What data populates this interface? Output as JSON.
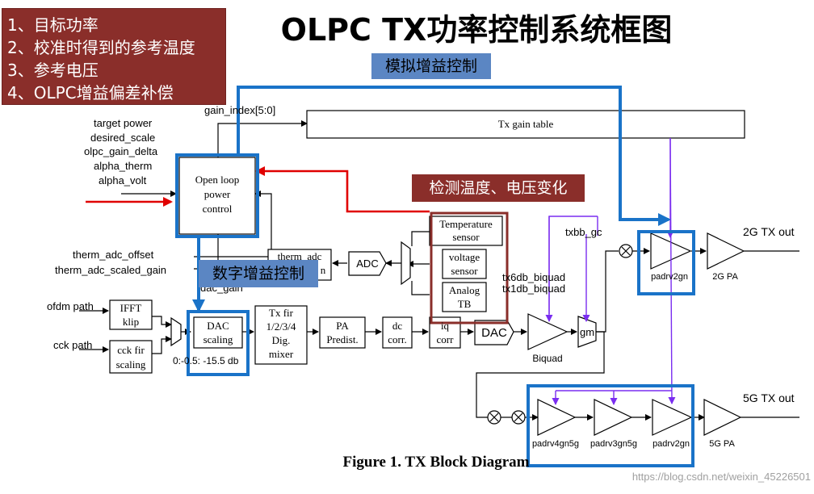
{
  "title": "OLPC TX功率控制系统框图",
  "legend": {
    "items": [
      "1、目标功率",
      "2、校准时得到的参考温度",
      "3、参考电压",
      "4、OLPC增益偏差补偿"
    ]
  },
  "callouts": {
    "analog": "模拟增益控制",
    "detect": "检测温度、电压变化",
    "digital": "数字增益控制"
  },
  "caption": "Figure 1. TX Block Diagram",
  "watermark": "https://blog.csdn.net/weixin_45226501",
  "diagram": {
    "inputs": [
      "target power",
      "desired_scale",
      "olpc_gain_delta",
      "alpha_therm",
      "alpha_volt"
    ],
    "gain_index": "gain_index[5:0]",
    "tx_gain_table": "Tx gain table",
    "olpc": [
      "Open loop",
      "power",
      "control"
    ],
    "therm_offset": "therm_adc_offset",
    "therm_scaled": "therm_adc_scaled_gain",
    "therm_box": [
      "therm_adc",
      "n"
    ],
    "adc": "ADC",
    "temp_sensor": [
      "Temperature",
      "sensor"
    ],
    "volt_sensor": [
      "voltage",
      "sensor"
    ],
    "analog_tb": [
      "Analog",
      "TB"
    ],
    "dac_gain": "dac_gain",
    "ofdm_path": "ofdm path",
    "cck_path": "cck path",
    "ifft": [
      "IFFT",
      "klip"
    ],
    "cck_fir": [
      "cck fir",
      "scaling"
    ],
    "dac_scaling": [
      "DAC",
      "scaling"
    ],
    "dac_range": "0:-0.5: -15.5 db",
    "tx_fir": [
      "Tx fir",
      "1/2/3/4",
      "Dig.",
      "mixer"
    ],
    "pa_predist": [
      "PA",
      "Predist."
    ],
    "dc_corr": [
      "dc",
      "corr."
    ],
    "iq_corr": [
      "iq",
      "corr"
    ],
    "dac": "DAC",
    "biquad": "Biquad",
    "gm": "gm",
    "txbb_gc": "txbb_gc",
    "tx6db": "tx6db_biquad",
    "tx1db": "tx1db_biquad",
    "padrv2gn": "padrv2gn",
    "pa_2g": "2G PA",
    "out_2g": "2G TX out",
    "padrv4gn5g": "padrv4gn5g",
    "padrv3gn5g": "padrv3gn5g",
    "padrv2gn_5g": "padrv2gn",
    "pa_5g": "5G PA",
    "out_5g": "5G TX out"
  }
}
